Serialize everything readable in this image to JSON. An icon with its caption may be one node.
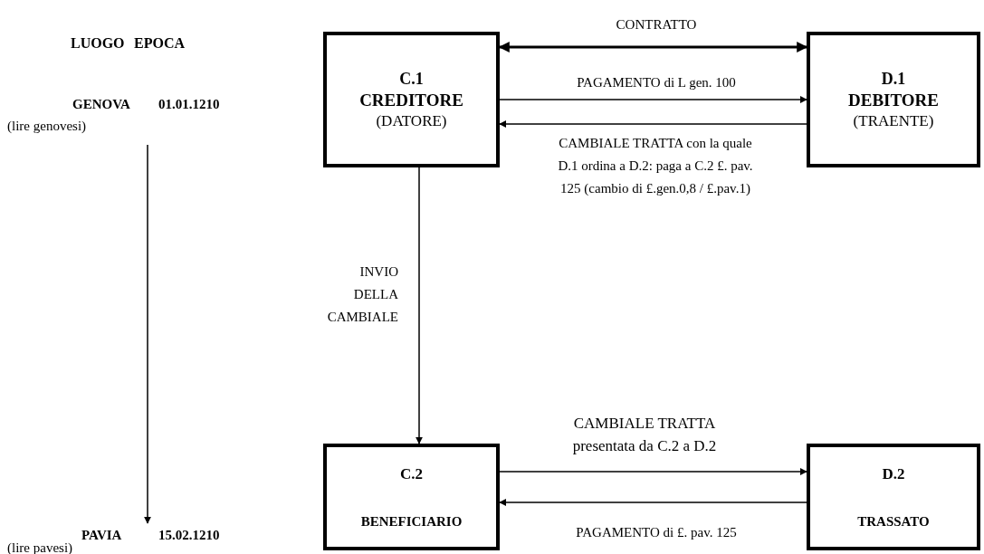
{
  "diagram": {
    "nodes": [
      {
        "text": [
          "C.1",
          "CREDITORE",
          "(DATORE)"
        ]
      },
      {
        "text": [
          "D.1",
          "DEBITORE",
          "(TRAENTE)"
        ]
      },
      {
        "text": [
          "C.2",
          "BENEFICIARIO"
        ]
      },
      {
        "text": [
          "D.2",
          "TRASSATO"
        ]
      },
      {
        "text": [
          "GENOVA",
          "01.01.1210",
          "(lire genovesi)"
        ]
      },
      {
        "text": [
          "PAVIA",
          "15.02.1210",
          "(lire pavesi)"
        ]
      }
    ],
    "edges": [
      {
        "from": 0,
        "to": 1,
        "arrow": "both",
        "label": "CONTRATTO",
        "style": "thick"
      },
      {
        "from": 0,
        "to": 1,
        "arrow": "to",
        "label": "PAGAMENTO di L gen. 100"
      },
      {
        "from": 1,
        "to": 0,
        "arrow": "to",
        "label": "CAMBIALE TRATTA con la quale D.1 ordina a D.2: paga a C.2 £. pav. 125 (cambio di £.gen.0,8 / £.pav.1)"
      },
      {
        "from": 0,
        "to": 2,
        "arrow": "to",
        "label": "INVIO DELLA CAMBIALE"
      },
      {
        "from": 2,
        "to": 3,
        "arrow": "to",
        "label": "CAMBIALE TRATTA presentata da C.2 a D.2"
      },
      {
        "from": 3,
        "to": 2,
        "arrow": "to",
        "label": "PAGAMENTO di £. pav. 125"
      },
      {
        "from": 4,
        "to": 5,
        "arrow": "to"
      }
    ],
    "labels": [
      "LUOGO",
      "EPOCA"
    ]
  }
}
